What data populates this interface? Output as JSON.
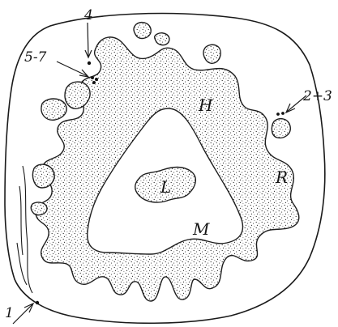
{
  "labels": {
    "H": "H",
    "L": "L",
    "M": "M",
    "R": "R",
    "n1": "1",
    "n23": "2+3",
    "n4": "4",
    "n57": "5-7"
  },
  "colors": {
    "ink": "#1a1a1a",
    "paper": "#ffffff",
    "stipple": "#2a2a2a"
  }
}
